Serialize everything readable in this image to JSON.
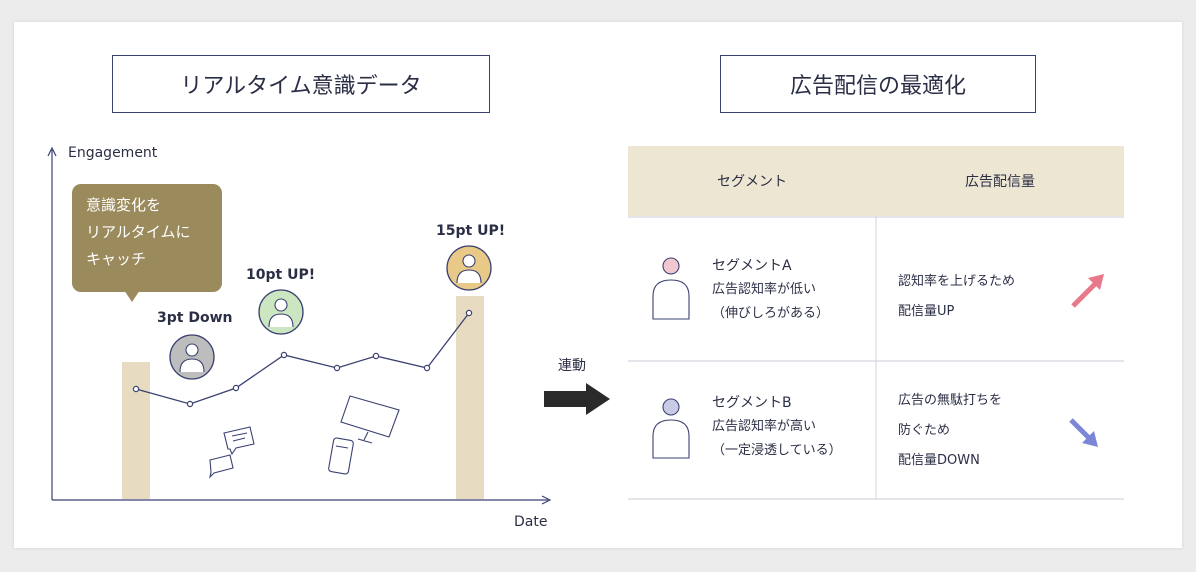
{
  "left_title": "リアルタイム意識データ",
  "right_title": "広告配信の最適化",
  "chart": {
    "y_label": "Engagement",
    "x_label": "Date",
    "bubble_lines": [
      "意識変化を",
      "リアルタイムに",
      "キャッチ"
    ],
    "callouts": {
      "down": "3pt Down",
      "up10": "10pt UP!",
      "up15": "15pt UP!"
    }
  },
  "link_label": "連動",
  "table": {
    "headers": [
      "セグメント",
      "広告配信量"
    ],
    "rows": [
      {
        "segment_name": "セグメントA",
        "segment_desc": [
          "広告認知率が低い",
          "（伸びしろがある）"
        ],
        "delivery": [
          "認知率を上げるため",
          "配信量UP"
        ],
        "trend": "up",
        "person_color": "#f2c8d0",
        "arrow_color": "#e8798a"
      },
      {
        "segment_name": "セグメントB",
        "segment_desc": [
          "広告認知率が高い",
          "（一定浸透している）"
        ],
        "delivery": [
          "広告の無駄打ちを",
          "防ぐため",
          "配信量DOWN"
        ],
        "trend": "down",
        "person_color": "#c8cbe6",
        "arrow_color": "#7b87d6"
      }
    ]
  },
  "colors": {
    "navy": "#3a4171",
    "beige": "#e7dcc2",
    "bubble": "#9a8a5c",
    "gray_person": "#bdbdbd",
    "green_person": "#cbe6c0",
    "gold_person": "#e8c987"
  }
}
